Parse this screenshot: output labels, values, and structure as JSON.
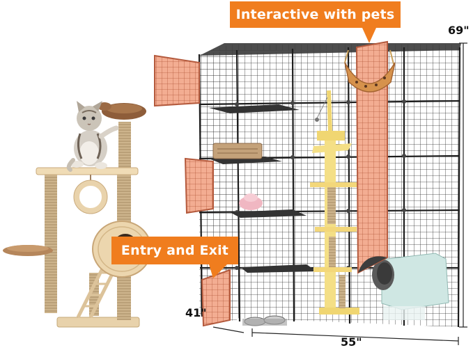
{
  "callouts": {
    "top": "Interactive with pets",
    "entry": "Entry and Exit"
  },
  "dimensions": {
    "height": "69\"",
    "width": "55\"",
    "depth": "41\""
  },
  "colors": {
    "callout": "#f07d1e",
    "door": "#f0a080",
    "frame": "#2a2a2a",
    "wood": "#f0dcb6",
    "sisal": "#c8ad85",
    "plush": "#9a6a44",
    "tower": "#f4df86"
  }
}
